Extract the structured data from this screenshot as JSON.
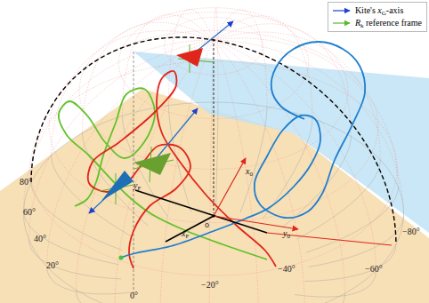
{
  "diagram": {
    "labels": [
      "80°",
      "60°",
      "40°",
      "20°",
      "0°",
      "−20°",
      "−40°",
      "−60°",
      "−80°",
      "x0",
      "y0",
      "xF",
      "yF",
      "o"
    ],
    "legend": [
      {
        "text": "Kite's xG-axis"
      },
      {
        "text": "Rk reference frame"
      }
    ]
  }
}
